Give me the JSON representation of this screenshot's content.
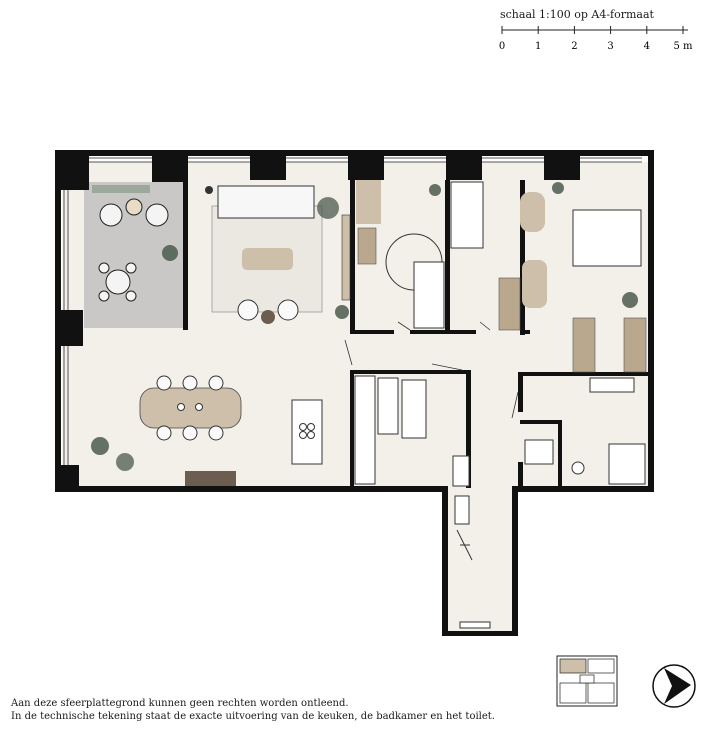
{
  "scale": {
    "title": "schaal 1:100 op A4-formaat",
    "ticks": [
      "0",
      "1",
      "2",
      "3",
      "4",
      "5 m"
    ]
  },
  "colors": {
    "wall": "#111111",
    "floor": "#f3f0ea",
    "balcony": "#c9c8c6",
    "furniture_accent": "#cdbfa9",
    "dining_table": "#cdbfa9",
    "plant": "#4b5a4c",
    "cabinet": "#b9a88d"
  },
  "disclaimer": {
    "line1": "Aan deze sfeerplattegrond kunnen geen rechten worden ontleend.",
    "line2": "In de technische tekening staat de exacte uitvoering van de keuken, de badkamer en het toilet."
  },
  "keyplan": {
    "highlighted_unit": "top-left"
  },
  "compass": {
    "icon": "north-arrow-icon"
  }
}
